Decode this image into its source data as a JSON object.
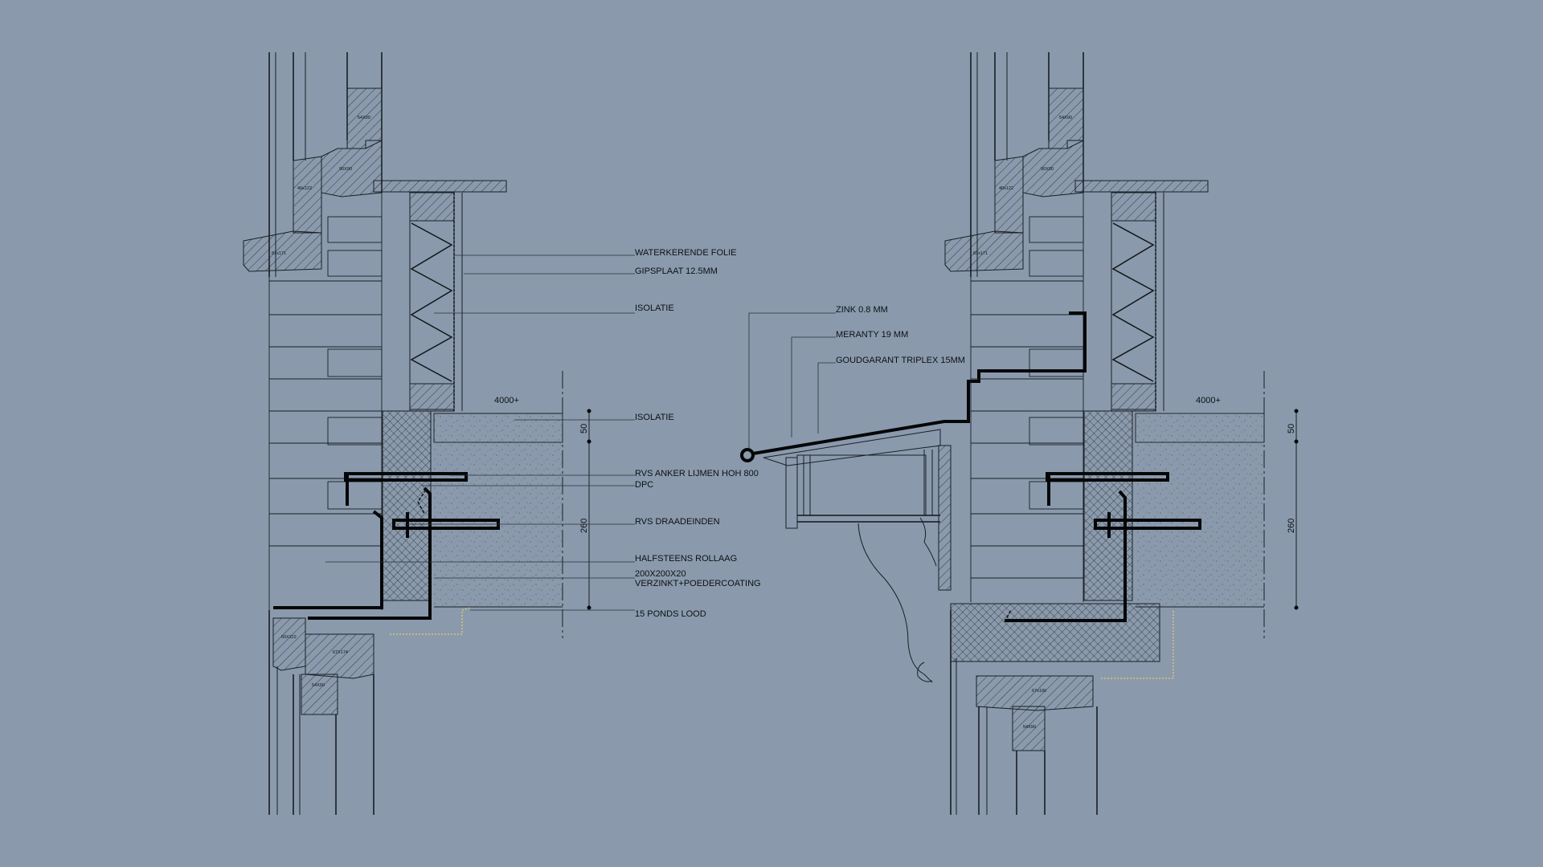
{
  "labels": {
    "waterkerende_folie": "WATERKERENDE FOLIE",
    "gipsplaat": "GIPSPLAAT 12.5MM",
    "isolatie_top": "ISOLATIE",
    "isolatie_floor": "ISOLATIE",
    "rvs_anker": "RVS ANKER LIJMEN HOH 800",
    "dpc": "DPC",
    "rvs_draadeinden": "RVS  DRAADEINDEN",
    "halfsteens": "HALFSTEENS ROLLAAG",
    "hoekprofiel_1": "200X200X20",
    "hoekprofiel_2": "VERZINKT+POEDERCOATING",
    "ponds_lood": "15 PONDS LOOD",
    "zink": "ZINK 0.8 MM",
    "meranty": "MERANTY  19 MM",
    "triplex": "GOUDGARANT TRIPLEX 15MM"
  },
  "dimensions": {
    "left_width": "4000+",
    "right_width": "4000+",
    "left_50": "50",
    "left_260": "260",
    "right_50": "50",
    "right_260": "260"
  },
  "profile_tags": {
    "top_54x90": "54X90",
    "top_90x90": "90X90",
    "top_40x122": "40x122",
    "sill_81x171": "81x171",
    "bottom_60x110": "60X110",
    "bottom_67x174": "67X174",
    "bottom_54x90": "54X90",
    "r_top_54x90": "54X90",
    "r_top_90x90": "90X90",
    "r_top_40x122": "40x122",
    "r_sill_81x171": "81x171",
    "r_bottom_67x190": "67x190",
    "r_bottom_54x90": "54X90"
  },
  "colors": {
    "background": "#8a9aac",
    "linework": "#121519",
    "flashing_lead": "#d9c27a"
  }
}
